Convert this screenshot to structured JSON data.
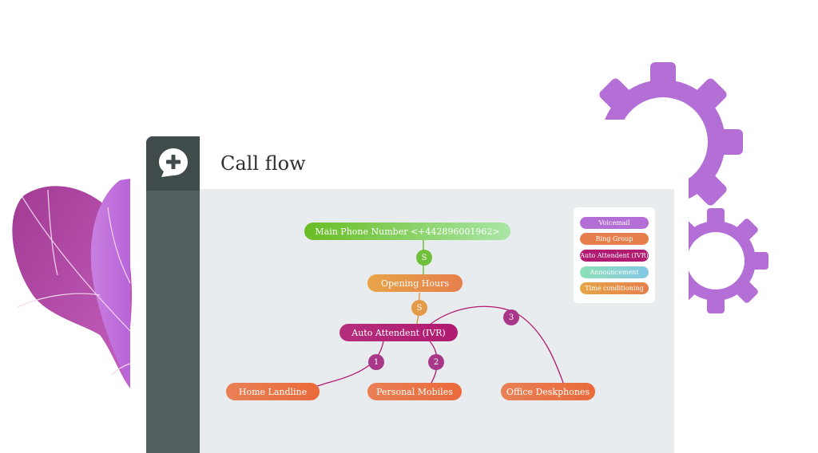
{
  "app": {
    "title": "Call flow"
  },
  "nodes": {
    "main": "Main Phone Number <+442896001962>",
    "opening": "Opening Hours",
    "ivr": "Auto Attendent (IVR)",
    "home": "Home Landline",
    "mobiles": "Personal Mobiles",
    "office": "Office Deskphones"
  },
  "badges": {
    "s1": "S",
    "s2": "S",
    "b1": "1",
    "b2": "2",
    "b3": "3"
  },
  "legend": {
    "items": [
      {
        "label": "Voicemail",
        "color": "#b46fd6"
      },
      {
        "label": "Ring Group",
        "color": "#e67f4c"
      },
      {
        "label": "Auto Attendent (IVR)",
        "color": "#b01a70"
      },
      {
        "label": "Announcement",
        "color": "#7fd5c4"
      },
      {
        "label": "Time conditioning",
        "color": "#e7a548"
      }
    ]
  },
  "colors": {
    "sidebar": "#526160",
    "canvas": "#e9ecee",
    "accent_purple": "#b46fd6",
    "magenta": "#b01a70"
  }
}
